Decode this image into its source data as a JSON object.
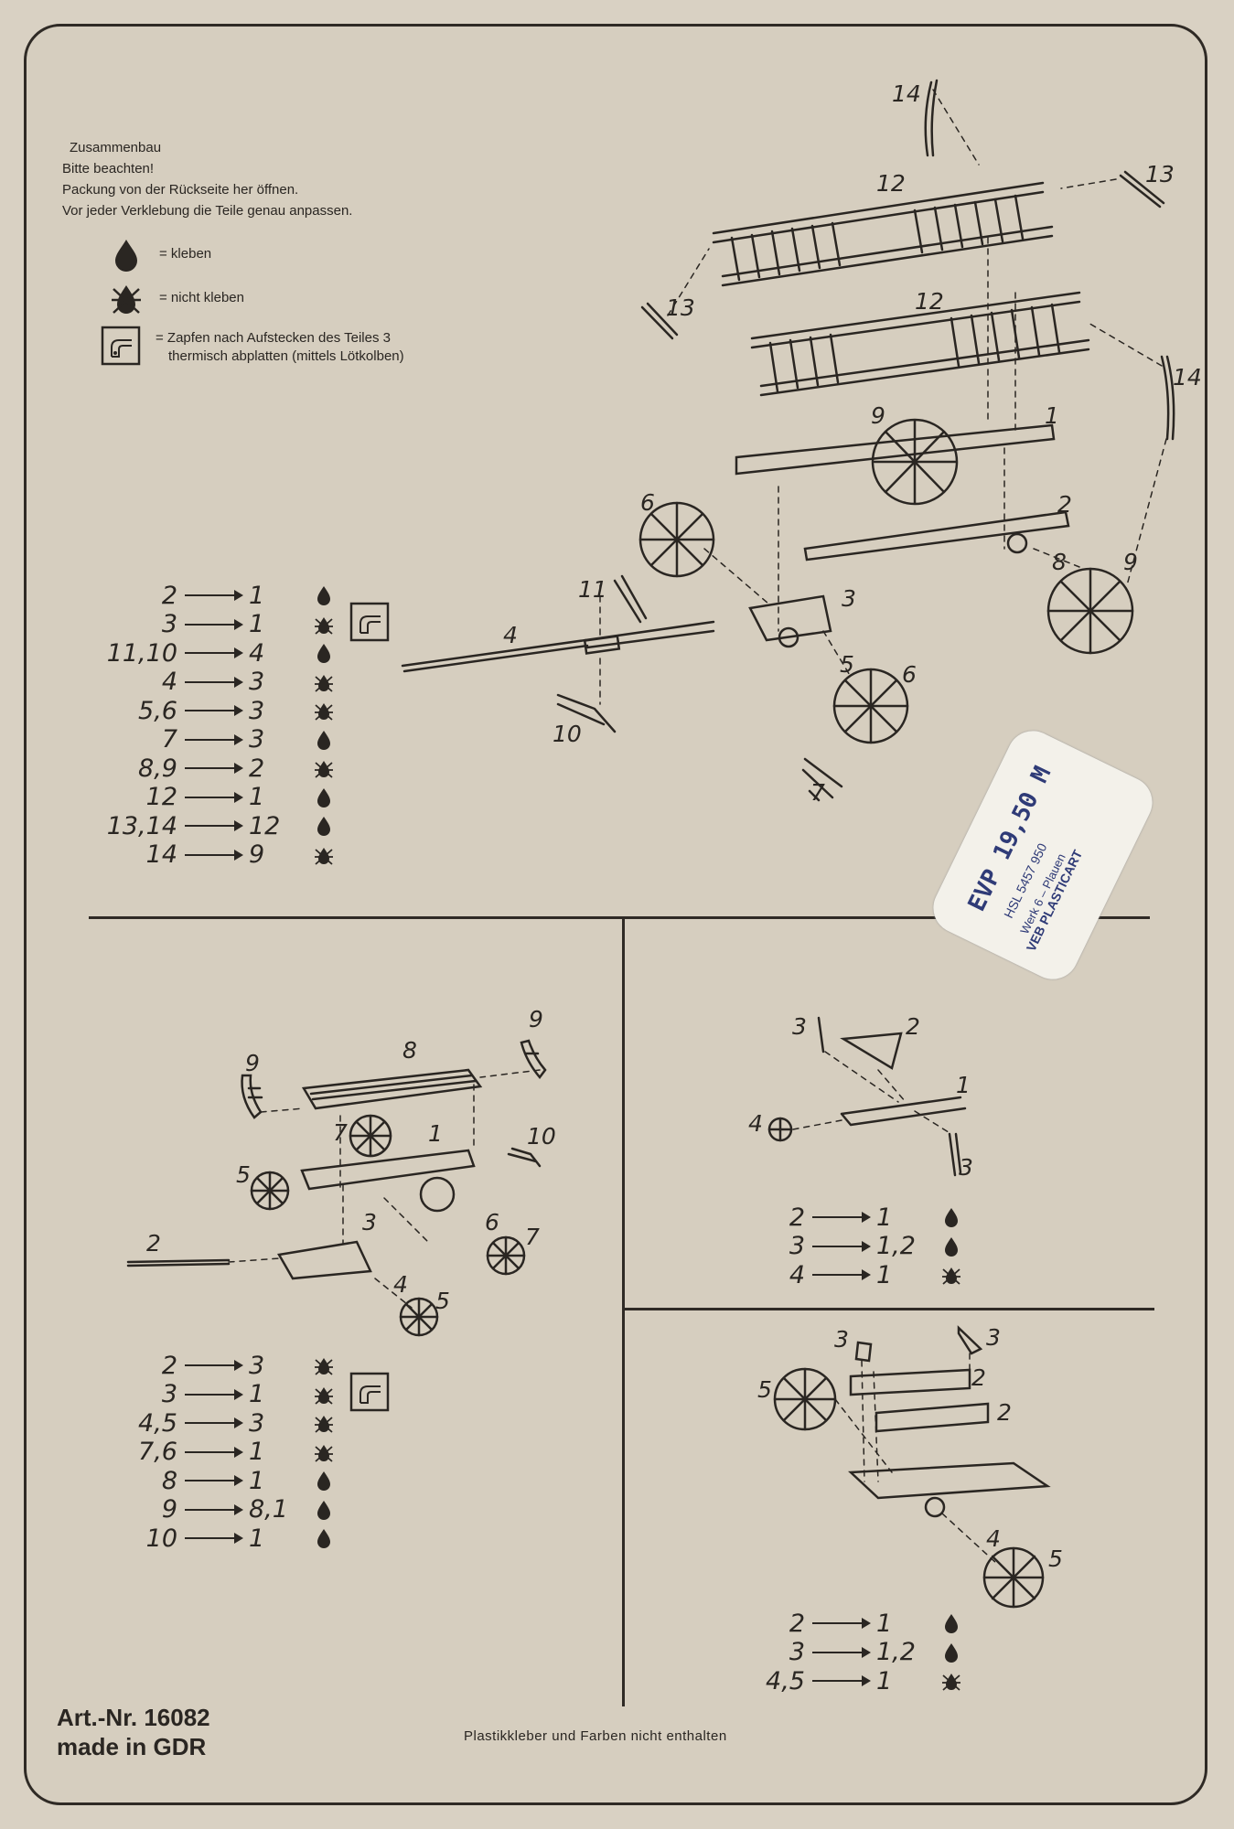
{
  "legend": {
    "heading": "Zusammenbau",
    "line1": "Bitte beachten!",
    "line2": "Packung von der Rückseite her öffnen.",
    "line3": "Vor jeder Verklebung die Teile genau anpassen.",
    "glue": "= kleben",
    "no_glue": "= nicht kleben",
    "heat_1": "= Zapfen nach Aufstecken des Teiles 3",
    "heat_2": "thermisch abplatten (mittels Lötkolben)"
  },
  "main_steps": [
    {
      "from": "2",
      "to": "1",
      "icon": "glue-drop-icon"
    },
    {
      "from": "3",
      "to": "1",
      "icon": "no-glue-icon"
    },
    {
      "from": "11,10",
      "to": "4",
      "icon": "glue-drop-icon"
    },
    {
      "from": "4",
      "to": "3",
      "icon": "no-glue-icon"
    },
    {
      "from": "5,6",
      "to": "3",
      "icon": "no-glue-icon"
    },
    {
      "from": "7",
      "to": "3",
      "icon": "glue-drop-icon"
    },
    {
      "from": "8,9",
      "to": "2",
      "icon": "no-glue-icon"
    },
    {
      "from": "12",
      "to": "1",
      "icon": "glue-drop-icon"
    },
    {
      "from": "13,14",
      "to": "12",
      "icon": "glue-drop-icon"
    },
    {
      "from": "14",
      "to": "9",
      "icon": "no-glue-icon"
    }
  ],
  "bl_steps": [
    {
      "from": "2",
      "to": "3",
      "icon": "no-glue-icon"
    },
    {
      "from": "3",
      "to": "1",
      "icon": "no-glue-icon"
    },
    {
      "from": "4,5",
      "to": "3",
      "icon": "no-glue-icon"
    },
    {
      "from": "7,6",
      "to": "1",
      "icon": "no-glue-icon"
    },
    {
      "from": "8",
      "to": "1",
      "icon": "glue-drop-icon"
    },
    {
      "from": "9",
      "to": "8,1",
      "icon": "glue-drop-icon"
    },
    {
      "from": "10",
      "to": "1",
      "icon": "glue-drop-icon"
    }
  ],
  "mr_steps": [
    {
      "from": "2",
      "to": "1",
      "icon": "glue-drop-icon"
    },
    {
      "from": "3",
      "to": "1,2",
      "icon": "glue-drop-icon"
    },
    {
      "from": "4",
      "to": "1",
      "icon": "no-glue-icon"
    }
  ],
  "br_steps": [
    {
      "from": "2",
      "to": "1",
      "icon": "glue-drop-icon"
    },
    {
      "from": "3",
      "to": "1,2",
      "icon": "glue-drop-icon"
    },
    {
      "from": "4,5",
      "to": "1",
      "icon": "no-glue-icon"
    }
  ],
  "part_labels": {
    "p14a": "14",
    "p13a": "13",
    "p12a": "12",
    "p13b": "13",
    "p12b": "12",
    "p14b": "14",
    "p9a": "9",
    "p1a": "1",
    "p2a": "2",
    "p6a": "6",
    "p8a": "8",
    "p9b": "9",
    "p11": "11",
    "p3a": "3",
    "p4a": "4",
    "p5a": "5",
    "p6b": "6",
    "p10a": "10",
    "p7a": "7",
    "bl_9a": "9",
    "bl_8": "8",
    "bl_9b": "9",
    "bl_7a": "7",
    "bl_1": "1",
    "bl_10": "10",
    "bl_5a": "5",
    "bl_2": "2",
    "bl_3": "3",
    "bl_6": "6",
    "bl_7b": "7",
    "bl_4": "4",
    "bl_5b": "5",
    "mr_3a": "3",
    "mr_2": "2",
    "mr_1": "1",
    "mr_4": "4",
    "mr_3b": "3",
    "br_3a": "3",
    "br_3b": "3",
    "br_5a": "5",
    "br_2a": "2",
    "br_2b": "2",
    "br_4": "4",
    "br_5b": "5"
  },
  "footer": {
    "art_nr": "Art.-Nr. 16082",
    "made_in": "made in GDR",
    "note": "Plastikkleber und Farben nicht enthalten"
  },
  "sticker": {
    "price": "EVP 19,50 M",
    "code": "HSL 5457 950",
    "maker": "VEB PLASTICART",
    "plant": "Werk 6 – Plauen"
  }
}
